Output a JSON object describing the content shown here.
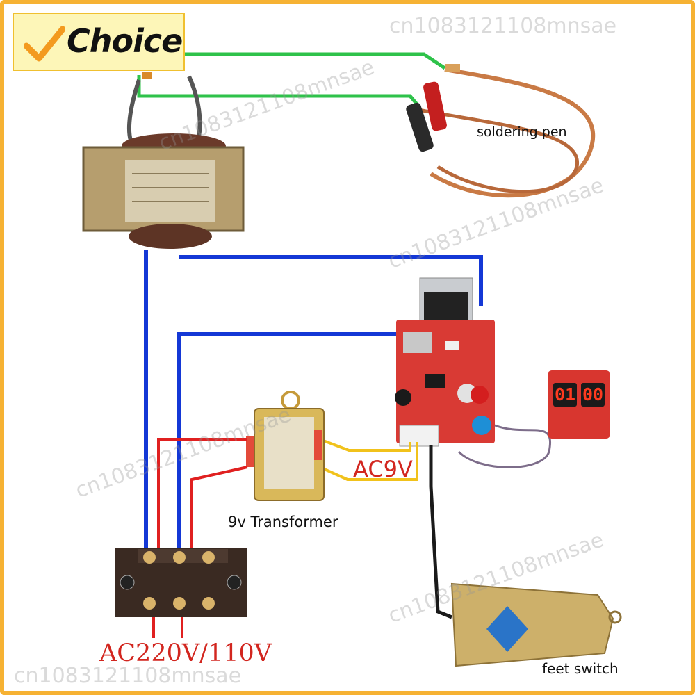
{
  "badge": {
    "text": "Choice"
  },
  "watermark": {
    "text": "cn1083121108mnsae"
  },
  "labels": {
    "soldering_pen": "soldering pen",
    "transformer_9v": "9v Transformer",
    "ac9v": "AC9V",
    "ac_input": "AC220V/110V",
    "feet_switch": "feet switch"
  },
  "display": {
    "left_value": "01",
    "right_value": "00"
  },
  "colors": {
    "frame": "#f6b233",
    "wire_green": "#2ec24a",
    "wire_blue": "#1438d6",
    "wire_red": "#e02020",
    "wire_yellow": "#f1c21b",
    "label_red": "#d2261f"
  }
}
